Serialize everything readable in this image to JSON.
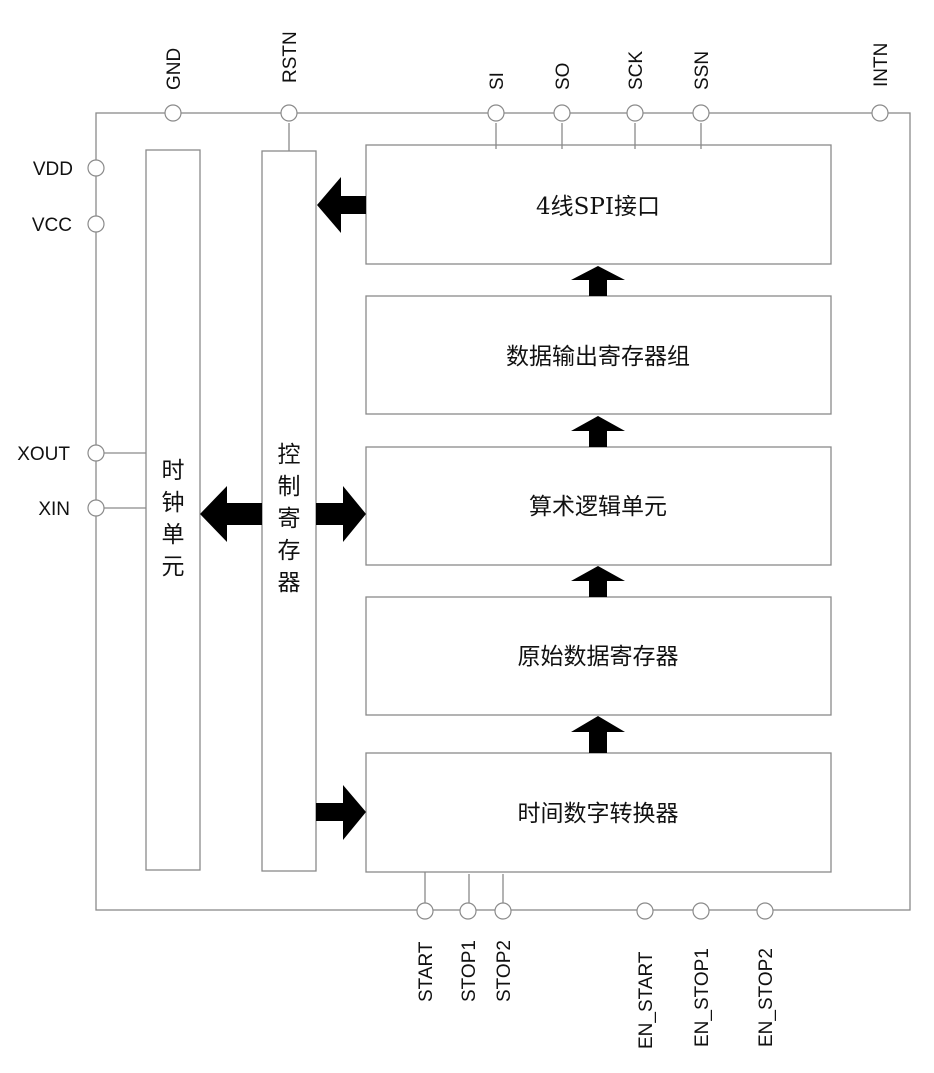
{
  "diagram": {
    "type": "block-diagram",
    "top_pins": [
      "GND",
      "RSTN",
      "SI",
      "SO",
      "SCK",
      "SSN",
      "INTN"
    ],
    "left_pins": [
      "VDD",
      "VCC",
      "XOUT",
      "XIN"
    ],
    "bottom_pins": [
      "START",
      "STOP1",
      "STOP2",
      "EN_START",
      "EN_STOP1",
      "EN_STOP2"
    ],
    "vertical_blocks": {
      "clock_unit": [
        "时",
        "钟",
        "单",
        "元"
      ],
      "control_register": [
        "控",
        "制",
        "寄",
        "存",
        "器"
      ]
    },
    "blocks": {
      "spi": "4线SPI接口",
      "output_regs": "数据输出寄存器组",
      "alu": "算术逻辑单元",
      "raw_data": "原始数据寄存器",
      "tdc": "时间数字转换器"
    },
    "connections": [
      {
        "from": "4线SPI接口",
        "to": "控制寄存器"
      },
      {
        "from": "控制寄存器",
        "to": "时钟单元"
      },
      {
        "from": "控制寄存器",
        "to": "算术逻辑单元"
      },
      {
        "from": "控制寄存器",
        "to": "时间数字转换器"
      },
      {
        "from": "时间数字转换器",
        "to": "原始数据寄存器"
      },
      {
        "from": "原始数据寄存器",
        "to": "算术逻辑单元"
      },
      {
        "from": "算术逻辑单元",
        "to": "数据输出寄存器组"
      },
      {
        "from": "数据输出寄存器组",
        "to": "4线SPI接口"
      }
    ]
  }
}
